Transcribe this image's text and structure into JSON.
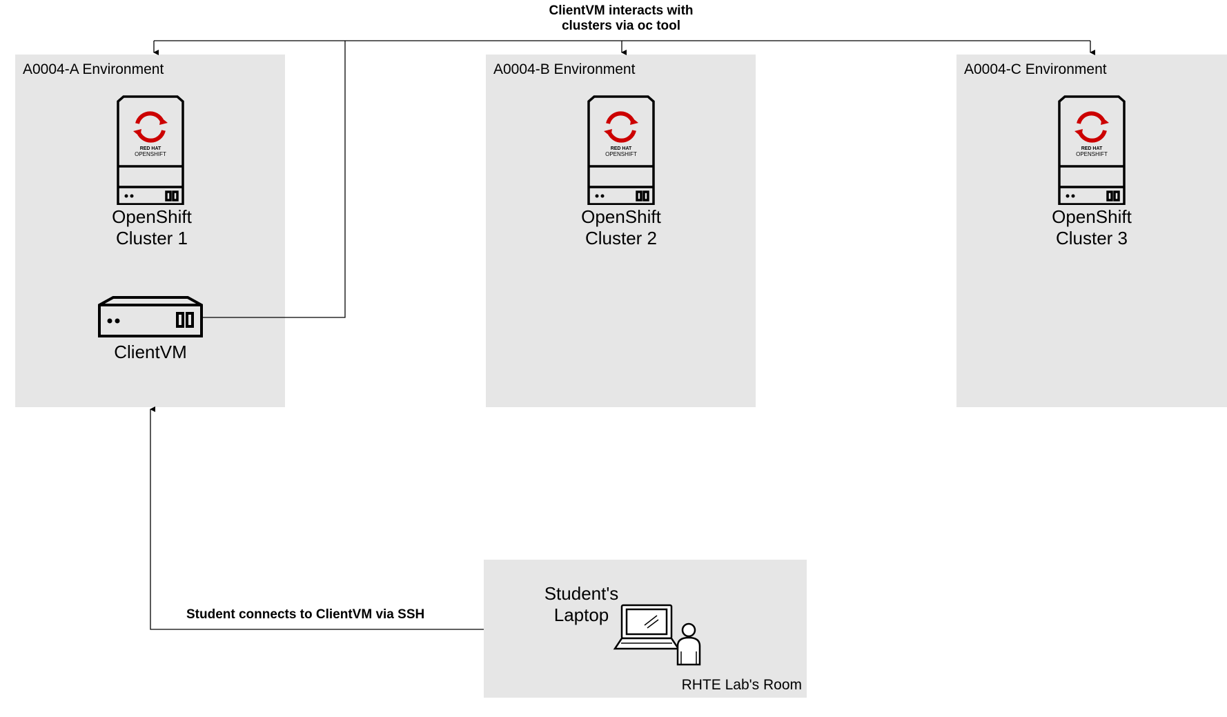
{
  "annotations": {
    "oc_line1": "ClientVM interacts with",
    "oc_line2": "clusters via oc tool",
    "ssh": "Student connects to ClientVM via SSH"
  },
  "environments": [
    {
      "title": "A0004-A Environment",
      "cluster_line1": "OpenShift",
      "cluster_line2": "Cluster 1"
    },
    {
      "title": "A0004-B Environment",
      "cluster_line1": "OpenShift",
      "cluster_line2": "Cluster 2"
    },
    {
      "title": "A0004-C Environment",
      "cluster_line1": "OpenShift",
      "cluster_line2": "Cluster 3"
    }
  ],
  "client_vm": {
    "label": "ClientVM"
  },
  "lab_room": {
    "title": "RHTE Lab's Room",
    "laptop_line1": "Student's",
    "laptop_line2": "Laptop"
  },
  "logo": {
    "line1": "RED HAT",
    "line2": "OPENSHIFT"
  },
  "colors": {
    "box_fill": "#e6e6e6",
    "logo_red": "#cc0000",
    "line": "#000000"
  }
}
